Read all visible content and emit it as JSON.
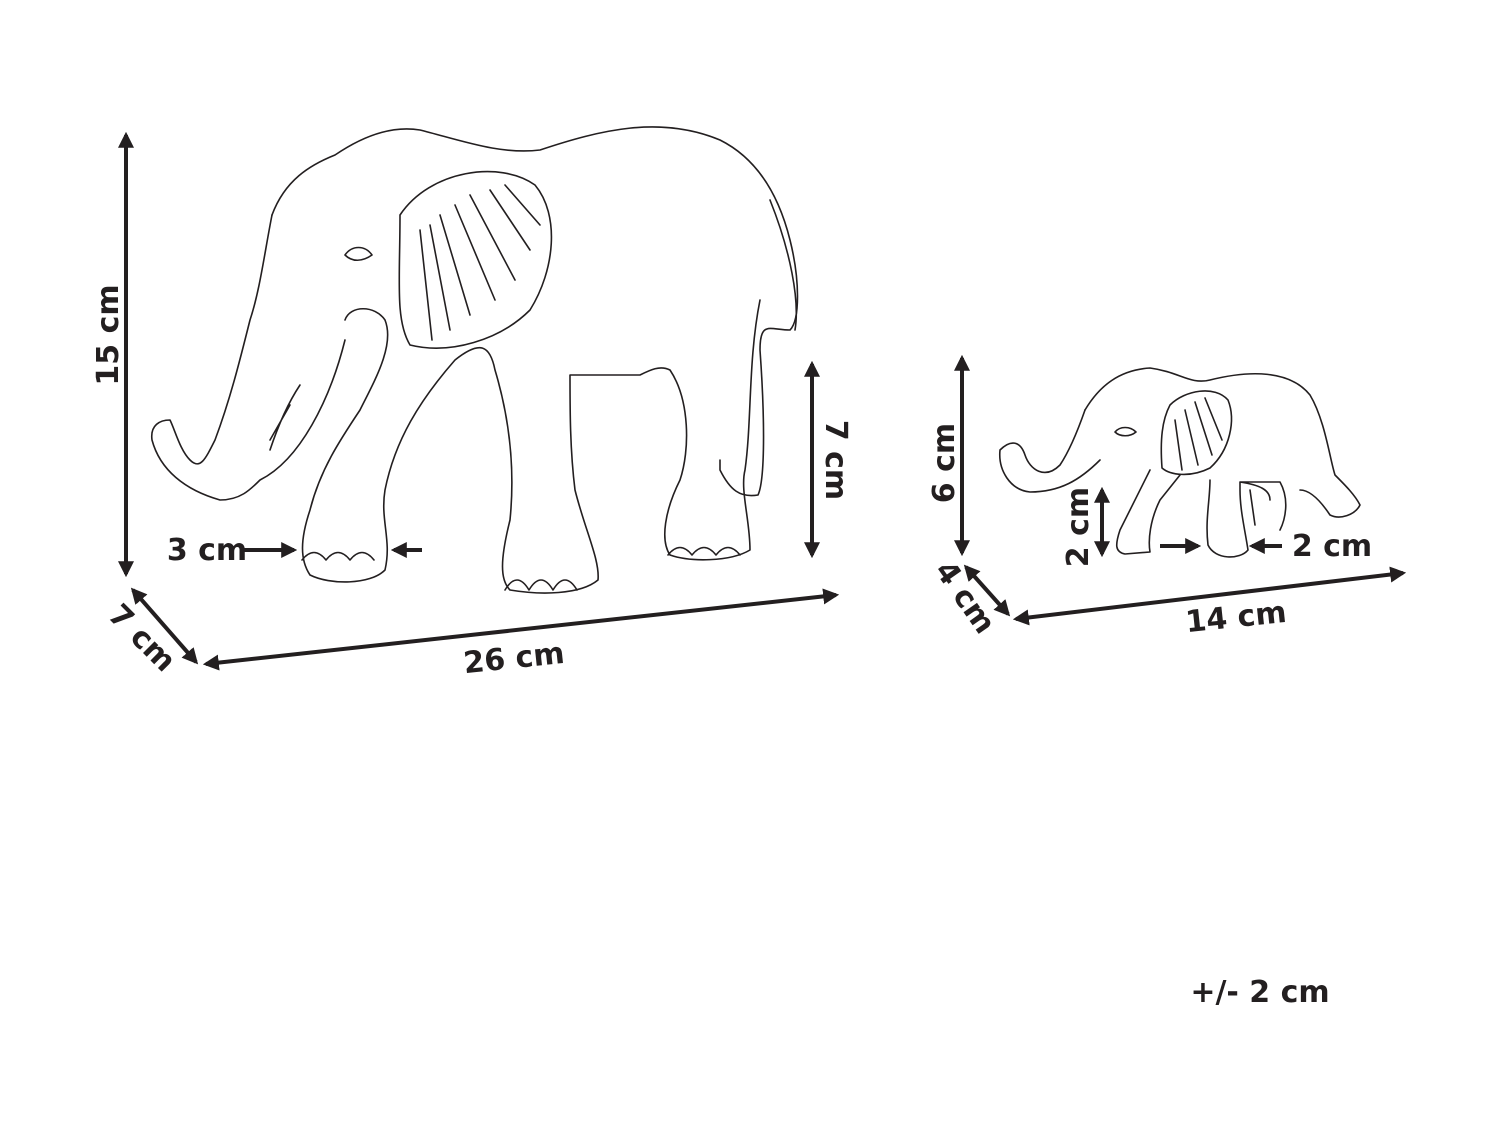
{
  "large_elephant": {
    "height": "15 cm",
    "depth": "7 cm",
    "length": "26 cm",
    "foot_width": "3 cm",
    "leg_height": "7 cm"
  },
  "small_elephant": {
    "height": "6 cm",
    "depth": "4 cm",
    "length": "14 cm",
    "leg_height": "2 cm",
    "foot_width": "2 cm"
  },
  "tolerance": "+/- 2 cm",
  "colors": {
    "line": "#231f20",
    "background": "#ffffff"
  }
}
